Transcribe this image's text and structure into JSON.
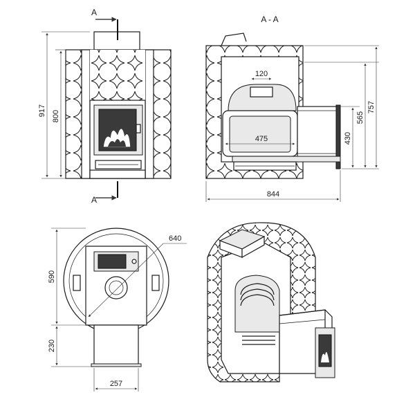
{
  "section_title": "A - A",
  "cut_marker_top": "A",
  "cut_marker_bottom": "A",
  "dimensions": {
    "front_total_height": "917",
    "front_body_height": "800",
    "section_top_width": "120",
    "section_firebox_width": "475",
    "section_total_depth": "844",
    "section_door_height": "430",
    "section_inner_height": "565",
    "section_total_height": "757",
    "plan_diameter": "640",
    "plan_depth": "590",
    "plan_channel_depth": "230",
    "plan_channel_width": "257"
  }
}
